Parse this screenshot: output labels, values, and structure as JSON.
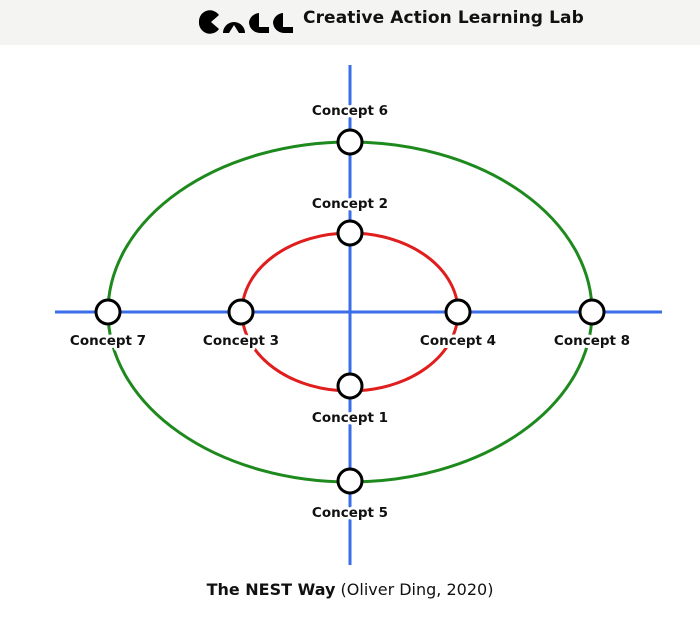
{
  "header": {
    "logo_text": "CALL",
    "brand": "Creative Action Learning Lab"
  },
  "diagram": {
    "colors": {
      "axis": "#3a6ee8",
      "outer_ring": "#1e8a1e",
      "inner_ring": "#e01e1e",
      "node_stroke": "#000000"
    },
    "concepts": {
      "c1": "Concept 1",
      "c2": "Concept 2",
      "c3": "Concept 3",
      "c4": "Concept 4",
      "c5": "Concept 5",
      "c6": "Concept 6",
      "c7": "Concept 7",
      "c8": "Concept 8"
    }
  },
  "caption": {
    "title": "The NEST Way",
    "credit": "(Oliver Ding, 2020)"
  }
}
